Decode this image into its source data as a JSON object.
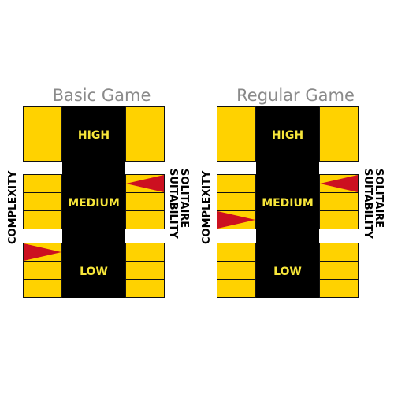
{
  "panels": [
    {
      "title": "Basic Game",
      "levels": [
        "HIGH",
        "MEDIUM",
        "LOW"
      ],
      "complexity_label": "COMPLEXITY",
      "solitaire_label_1": "SOLITAIRE",
      "solitaire_label_2": "SUITABILITY",
      "complexity_marker_row": 6,
      "solitaire_marker_row": 3
    },
    {
      "title": "Regular Game",
      "levels": [
        "HIGH",
        "MEDIUM",
        "LOW"
      ],
      "complexity_label": "COMPLEXITY",
      "solitaire_label_1": "SOLITAIRE",
      "solitaire_label_2": "SUITABILITY",
      "complexity_marker_row": 5,
      "solitaire_marker_row": 3
    }
  ],
  "colors": {
    "cell": "#ffd200",
    "column": "#000000",
    "level_text": "#f7e63a",
    "marker": "#cc1020",
    "title": "#8a8a8a"
  }
}
